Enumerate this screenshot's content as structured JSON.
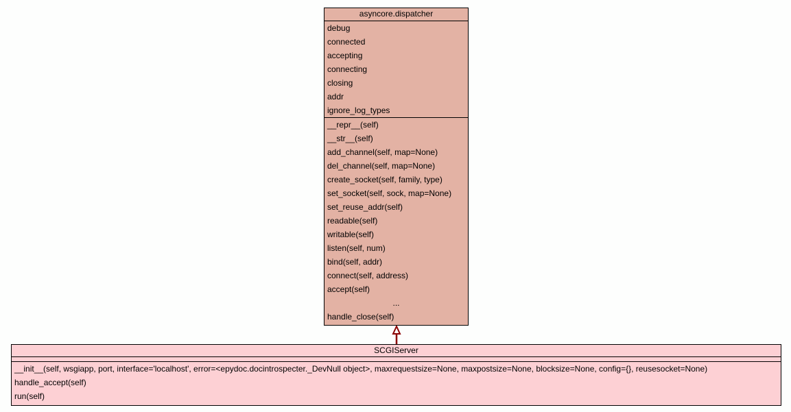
{
  "parent_class": {
    "name": "asyncore.dispatcher",
    "attributes": [
      "debug",
      "connected",
      "accepting",
      "connecting",
      "closing",
      "addr",
      "ignore_log_types"
    ],
    "methods": [
      "__repr__(self)",
      "__str__(self)",
      "add_channel(self, map=None)",
      "del_channel(self, map=None)",
      "create_socket(self, family, type)",
      "set_socket(self, sock, map=None)",
      "set_reuse_addr(self)",
      "readable(self)",
      "writable(self)",
      "listen(self, num)",
      "bind(self, addr)",
      "connect(self, address)",
      "accept(self)",
      "...",
      "handle_close(self)"
    ],
    "color": "#e3b2a4"
  },
  "child_class": {
    "name": "SCGIServer",
    "attributes": [],
    "methods": [
      "__init__(self, wsgiapp, port, interface='localhost', error=<epydoc.docintrospecter._DevNull object>, maxrequestsize=None, maxpostsize=None, blocksize=None, config={}, reusesocket=None)",
      "handle_accept(self)",
      "run(self)"
    ],
    "color": "#fdd0d4"
  },
  "relationship": {
    "type": "inheritance",
    "color": "#8b0000"
  }
}
